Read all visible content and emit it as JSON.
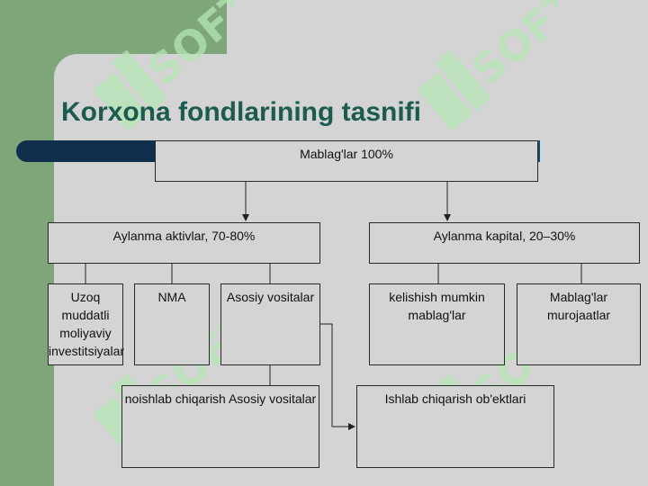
{
  "slide": {
    "title": "Korxona fondlarining tasnifi",
    "watermark_text": "SOFT"
  },
  "diagram": {
    "root": "Mablag'lar 100%",
    "left_branch": "Aylanma aktivlar, 70-80%",
    "right_branch": "Aylanma kapital, 20–30%",
    "uzoq": "Uzoq muddatli moliyaviy investitsiyalar",
    "nma": "NMA",
    "asosiy": "Asosiy vositalar",
    "kelishish": "kelishish mumkin mablag'lar",
    "murojaat": "Mablag'lar murojaatlar",
    "noishlab": "noishlab chiqarish Asosiy vositalar",
    "ishlab": "Ishlab chiqarish ob'ektlari"
  },
  "colors": {
    "sidebar_green": "#7fa67a",
    "background_gray": "#d4d4d4",
    "title_teal": "#1d5b50",
    "title_bar_navy": "#0f2f4c",
    "watermark_green": "#b4e6b4"
  }
}
